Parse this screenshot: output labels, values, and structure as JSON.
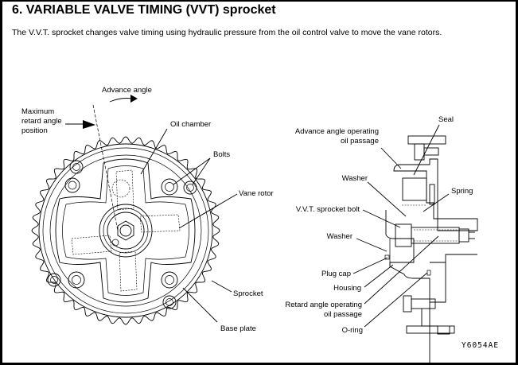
{
  "page": {
    "title": "6. VARIABLE VALVE TIMING (VVT) sprocket",
    "intro": "The V.V.T. sprocket changes valve timing using hydraulic pressure from the oil control valve to move the vane rotors.",
    "figure_code": "Y6054AE"
  },
  "front_view": {
    "labels": {
      "advance_angle": "Advance angle",
      "max_retard_1": "Maximum",
      "max_retard_2": "retard angle",
      "max_retard_3": "position",
      "oil_chamber": "Oil chamber",
      "bolts": "Bolts",
      "vane_rotor": "Vane rotor",
      "sprocket": "Sprocket",
      "base_plate": "Base plate"
    }
  },
  "section_view": {
    "labels": {
      "seal": "Seal",
      "advance_passage_1": "Advance angle operating",
      "advance_passage_2": "oil passage",
      "washer_upper": "Washer",
      "spring": "Spring",
      "vvt_bolt": "V.V.T. sprocket bolt",
      "washer_lower": "Washer",
      "plug_cap": "Plug cap",
      "housing": "Housing",
      "retard_passage_1": "Retard angle operating",
      "retard_passage_2": "oil passage",
      "o_ring": "O-ring"
    }
  }
}
